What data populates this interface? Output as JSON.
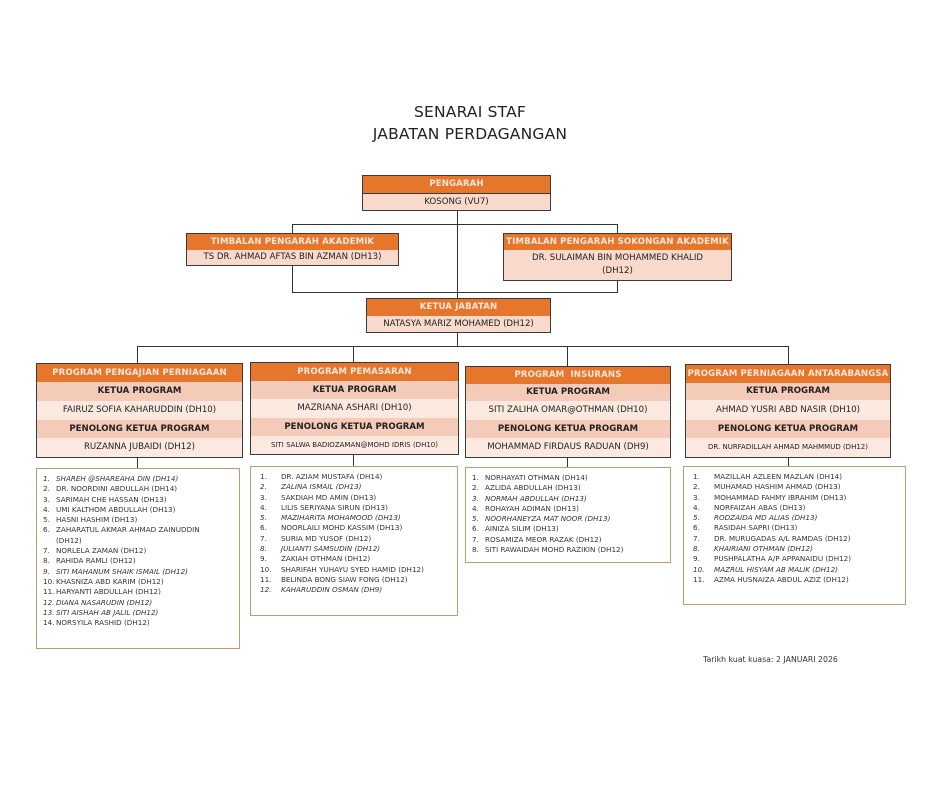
{
  "header": {
    "title_line1": "SENARAI STAF",
    "title_line2": "JABATAN PERDAGANGAN"
  },
  "colors": {
    "header_orange": "#e7762d",
    "cell_pink": "#f8d9cc",
    "list_border": "#c59a6b"
  },
  "pengarah": {
    "title": "PENGARAH",
    "name": "KOSONG (VU7)"
  },
  "timbalan_akademik": {
    "title": "TIMBALAN PENGARAH AKADEMIK",
    "name": "TS DR. AHMAD AFTAS BIN AZMAN (DH13)"
  },
  "timbalan_sokongan": {
    "title": "TIMBALAN PENGARAH SOKONGAN AKADEMIK",
    "name_line1": "DR. SULAIMAN BIN MOHAMMED KHALID",
    "name_line2": "(DH12)"
  },
  "ketua_jabatan": {
    "title": "KETUA JABATAN",
    "name": "NATASYA MARIZ MOHAMED (DH12)"
  },
  "programs": [
    {
      "title": "PROGRAM PENGAJIAN PERNIAGAAN",
      "ketua_label": "KETUA PROGRAM",
      "ketua": "FAIRUZ SOFIA KAHARUDDIN (DH10)",
      "penolong_label": "PENOLONG KETUA PROGRAM",
      "penolong": "RUZANNA JUBAIDI (DH12)",
      "staff": [
        {
          "n": "1.",
          "name": "SHAREH @SHAREAHA DIN (DH14)",
          "italic": true
        },
        {
          "n": "2.",
          "name": "DR. NOORDINI ABDULLAH (DH14)",
          "italic": false
        },
        {
          "n": "3.",
          "name": "SARIMAH CHE HASSAN (DH13)",
          "italic": false
        },
        {
          "n": "4.",
          "name": "UMI KALTHOM ABDULLAH (DH13)",
          "italic": false
        },
        {
          "n": "5.",
          "name": "HASNI HASHIM (DH13)",
          "italic": false
        },
        {
          "n": "6.",
          "name": "ZAHARATUL AKMAR AHMAD ZAINUDDIN",
          "italic": false
        },
        {
          "n": "",
          "name": "(DH12)",
          "italic": false
        },
        {
          "n": "7.",
          "name": "NORLELA ZAMAN (DH12)",
          "italic": false
        },
        {
          "n": "8.",
          "name": "RAHIDA RAMLI (DH12)",
          "italic": false
        },
        {
          "n": "9.",
          "name": "SITI MAHANUM SHAIK ISMAIL (DH12)",
          "italic": true
        },
        {
          "n": "10.",
          "name": "KHASNIZA ABD KARIM (DH12)",
          "italic": false
        },
        {
          "n": "11.",
          "name": "HARYANTI ABDULLAH (DH12)",
          "italic": false
        },
        {
          "n": "12.",
          "name": "DIANA NASARUDIN (DH12)",
          "italic": true
        },
        {
          "n": "13.",
          "name": "SITI AISHAH AB JALIL (DH12)",
          "italic": true
        },
        {
          "n": "14.",
          "name": "NORSYILA RASHID (DH12)",
          "italic": false
        }
      ]
    },
    {
      "title": "PROGRAM PEMASARAN",
      "ketua_label": "KETUA PROGRAM",
      "ketua": "MAZRIANA ASHARI (DH10)",
      "penolong_label": "PENOLONG KETUA PROGRAM",
      "penolong": "SITI SALWA BADIOZAMAN@MOHD IDRIS (DH10)",
      "staff": [
        {
          "n": "1.",
          "name": "DR. AZIAM MUSTAFA (DH14)",
          "italic": false
        },
        {
          "n": "2.",
          "name": "ZALINA ISMAIL (DH13)",
          "italic": true
        },
        {
          "n": "3.",
          "name": "SAKDIAH MD AMIN (DH13)",
          "italic": false
        },
        {
          "n": "4.",
          "name": "LILIS SERIYANA SIRUN (DH13)",
          "italic": false
        },
        {
          "n": "5.",
          "name": "MAZIHARITA MOHAMOOD (DH13)",
          "italic": true
        },
        {
          "n": "6.",
          "name": "NOORLAILI MOHD KASSIM (DH13)",
          "italic": false
        },
        {
          "n": "7.",
          "name": "SURIA MD YUSOF (DH12)",
          "italic": false
        },
        {
          "n": "8.",
          "name": "JULIANTI SAMSUDIN (DH12)",
          "italic": true
        },
        {
          "n": "9.",
          "name": "ZAKIAH OTHMAN (DH12)",
          "italic": false
        },
        {
          "n": "10.",
          "name": "SHARIFAH YUHAYU SYED HAMID (DH12)",
          "italic": false
        },
        {
          "n": "11.",
          "name": "BELINDA BONG SIAW FONG (DH12)",
          "italic": false
        },
        {
          "n": "12.",
          "name": "KAHARUDDIN OSMAN (DH9)",
          "italic": true
        }
      ]
    },
    {
      "title": "PROGRAM  INSURANS",
      "ketua_label": "KETUA PROGRAM",
      "ketua": "SITI ZALIHA OMAR@OTHMAN (DH10)",
      "penolong_label": "PENOLONG KETUA PROGRAM",
      "penolong": "MOHAMMAD FIRDAUS RADUAN (DH9)",
      "staff": [
        {
          "n": "1.",
          "name": "NORHAYATI OTHMAN (DH14)",
          "italic": false
        },
        {
          "n": "2.",
          "name": "AZLIDA ABDULLAH (DH13)",
          "italic": false
        },
        {
          "n": "3.",
          "name": "NORMAH ABDULLAH (DH13)",
          "italic": true
        },
        {
          "n": "4.",
          "name": "ROHAYAH ADIMAN (DH13)",
          "italic": false
        },
        {
          "n": "5.",
          "name": "NOORHANEYZA MAT NOOR (DH13)",
          "italic": true
        },
        {
          "n": "6.",
          "name": "AINIZA SILIM (DH13)",
          "italic": false
        },
        {
          "n": "7.",
          "name": "ROSAMIZA MEOR RAZAK (DH12)",
          "italic": false
        },
        {
          "n": "8.",
          "name": "SITI RAWAIDAH MOHD RAZIKIN (DH12)",
          "italic": false
        }
      ]
    },
    {
      "title": "PROGRAM PERNIAGAAN ANTARABANGSA",
      "ketua_label": "KETUA PROGRAM",
      "ketua": "AHMAD YUSRI ABD NASIR (DH10)",
      "penolong_label": "PENOLONG KETUA PROGRAM",
      "penolong": "DR. NURFADILLAH AHMAD MAHMMUD (DH12)",
      "staff": [
        {
          "n": "1.",
          "name": "MAZILLAH AZLEEN MAZLAN (DH14)",
          "italic": false
        },
        {
          "n": "2.",
          "name": "MUHAMAD HASHIM AHMAD (DH13)",
          "italic": false
        },
        {
          "n": "3.",
          "name": "MOHAMMAD FAHMY IBRAHIM (DH13)",
          "italic": false
        },
        {
          "n": "4.",
          "name": "NORFAIZAH ABAS (DH13)",
          "italic": false
        },
        {
          "n": "5.",
          "name": "RODZAIDA MD ALIAS (DH13)",
          "italic": true
        },
        {
          "n": "6.",
          "name": "RASIDAH SAPRI (DH13)",
          "italic": false
        },
        {
          "n": "7.",
          "name": "DR. MURUGADAS A/L RAMDAS (DH12)",
          "italic": false
        },
        {
          "n": "8.",
          "name": "KHAIRIANI OTHMAN (DH12)",
          "italic": true
        },
        {
          "n": "9.",
          "name": "PUSHPALATHA A/P APPANAIDU (DH12)",
          "italic": false
        },
        {
          "n": "10.",
          "name": "MAZRUL HISYAM AB MALIK (DH12)",
          "italic": true
        },
        {
          "n": "11.",
          "name": "AZMA HUSNAIZA ABDUL AZIZ (DH12)",
          "italic": false
        }
      ]
    }
  ],
  "footer": {
    "effective_date": "Tarikh kuat kuasa: 2 JANUARI 2026"
  }
}
